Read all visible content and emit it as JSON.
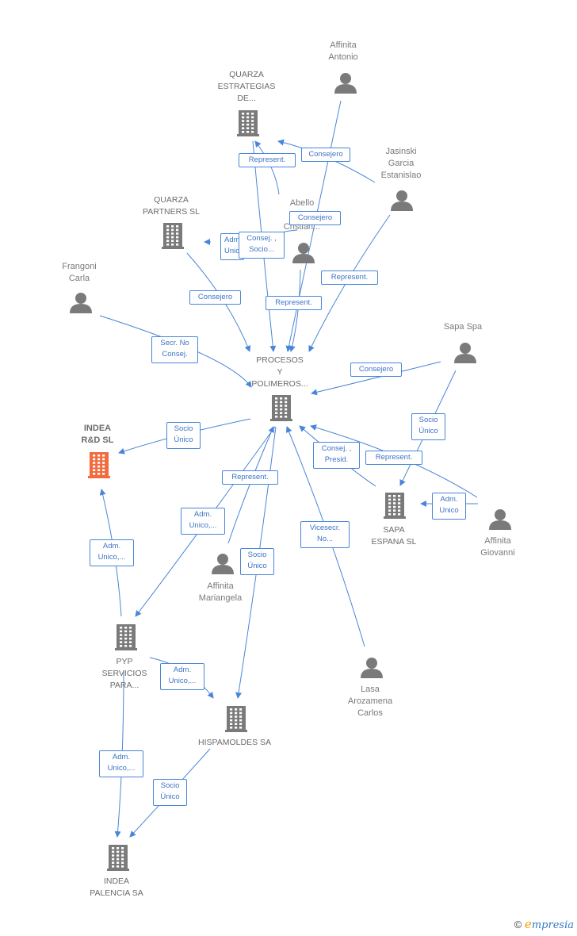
{
  "nodes": [
    {
      "id": "affinita-antonio",
      "type": "person",
      "label": "Affinita\nAntonio"
    },
    {
      "id": "quarza-estrategias",
      "type": "company",
      "label": "QUARZA\nESTRATEGIAS\nDE..."
    },
    {
      "id": "jasinski",
      "type": "person",
      "label": "Jasinski\nGarcia\nEstanislao"
    },
    {
      "id": "quarza-partners",
      "type": "company",
      "label": "QUARZA\nPARTNERS  SL"
    },
    {
      "id": "abello",
      "type": "person",
      "label": "Abello\nG...\nCristian..."
    },
    {
      "id": "frangoni",
      "type": "person",
      "label": "Frangoni\nCarla"
    },
    {
      "id": "sapa-spa",
      "type": "person",
      "label": "Sapa Spa"
    },
    {
      "id": "procesos",
      "type": "company",
      "label": "PROCESOS\nY\nPOLIMEROS..."
    },
    {
      "id": "indea-rd",
      "type": "company-highlight",
      "label": "INDEA\nR&D  SL"
    },
    {
      "id": "sapa-espana",
      "type": "company",
      "label": "SAPA\nESPANA  SL"
    },
    {
      "id": "affinita-giovanni",
      "type": "person",
      "label": "Affinita\nGiovanni"
    },
    {
      "id": "affinita-mariangela",
      "type": "person",
      "label": "Affinita\nMariangela"
    },
    {
      "id": "pyp",
      "type": "company",
      "label": "PYP\nSERVICIOS\nPARA..."
    },
    {
      "id": "lasa",
      "type": "person",
      "label": "Lasa\nArozamena\nCarlos"
    },
    {
      "id": "hispamoldes",
      "type": "company",
      "label": "HISPAMOLDES SA"
    },
    {
      "id": "indea-palencia",
      "type": "company",
      "label": "INDEA\nPALENCIA SA"
    }
  ],
  "edge_labels": [
    {
      "id": "e1",
      "text": "Consejero"
    },
    {
      "id": "e2",
      "text": "Represent."
    },
    {
      "id": "e3",
      "text": "Consejero"
    },
    {
      "id": "e4",
      "text": "Adm.\nUnic..."
    },
    {
      "id": "e5",
      "text": "Consej. ,\nSocio..."
    },
    {
      "id": "e6",
      "text": "Represent."
    },
    {
      "id": "e7",
      "text": "Consejero"
    },
    {
      "id": "e8",
      "text": "Represent."
    },
    {
      "id": "e9",
      "text": "Secr.  No\nConsej."
    },
    {
      "id": "e10",
      "text": "Consejero"
    },
    {
      "id": "e11",
      "text": "Socio\nÚnico"
    },
    {
      "id": "e12",
      "text": "Socio\nÚnico"
    },
    {
      "id": "e13",
      "text": "Consej. ,\nPresid."
    },
    {
      "id": "e14",
      "text": "Represent."
    },
    {
      "id": "e15",
      "text": "Represent."
    },
    {
      "id": "e16",
      "text": "Adm.\nUnico"
    },
    {
      "id": "e17",
      "text": "Adm.\nUnico,..."
    },
    {
      "id": "e18",
      "text": "Adm.\nUnico,..."
    },
    {
      "id": "e19",
      "text": "Socio\nÚnico"
    },
    {
      "id": "e20",
      "text": "Vicesecr.\nNo..."
    },
    {
      "id": "e21",
      "text": "Adm.\nUnico,..."
    },
    {
      "id": "e22",
      "text": "Adm.\nUnico,..."
    },
    {
      "id": "e23",
      "text": "Socio\nÚnico"
    }
  ],
  "colors": {
    "edge": "#4a86d8",
    "icon": "#7a7a7a",
    "highlight": "#f26a3d"
  },
  "footer": {
    "copyright": "©",
    "brand_e": "e",
    "brand_rest": "mpresia"
  }
}
